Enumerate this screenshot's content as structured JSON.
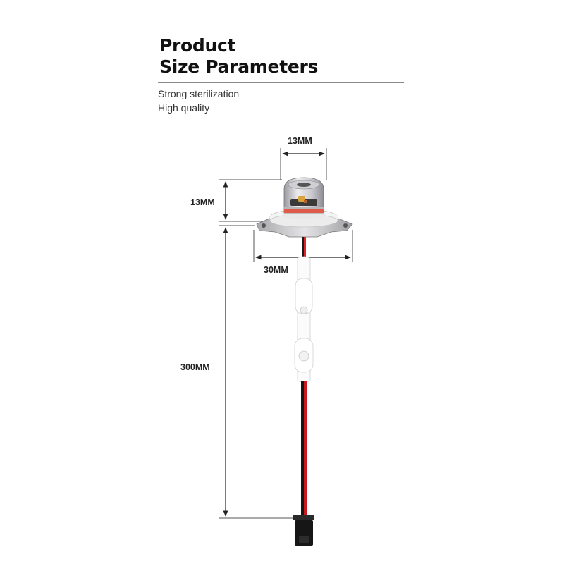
{
  "header": {
    "title_line1": "Product",
    "title_line2": "Size Parameters"
  },
  "features": [
    "Strong sterilization",
    "High quality"
  ],
  "dimensions": {
    "top_width": "13MM",
    "height": "13MM",
    "base_width": "30MM",
    "cable_length": "300MM"
  }
}
